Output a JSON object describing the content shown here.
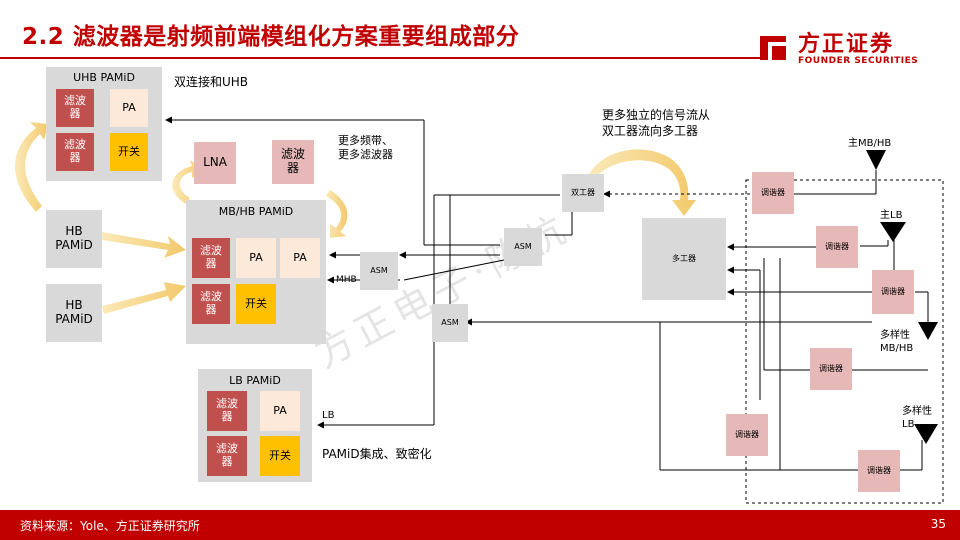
{
  "header": {
    "title": "2.2 滤波器是射频前端模组化方案重要组成部分"
  },
  "logo": {
    "name": "方正证券",
    "sub": "FOUNDER SECURITIES"
  },
  "footer": {
    "source": "资料来源：Yole、方正证券研究所",
    "page": "35"
  },
  "watermark": "方正电子·陈杭",
  "colors": {
    "accent": "#c00000",
    "module_grey": "#d9d9d9",
    "filter_red": "#c0504d",
    "pa_peach": "#fde9d9",
    "switch_gold": "#ffc000",
    "tuner_pink": "#e6b9b8"
  },
  "diagram": {
    "uhb": {
      "title": "UHB PAMiD",
      "filter1": "滤波器",
      "pa": "PA",
      "filter2": "滤波器",
      "switch": "开关"
    },
    "hb1": "HB PAMiD",
    "hb2": "HB PAMiD",
    "mbhb": {
      "title": "MB/HB PAMiD",
      "filter1": "滤波器",
      "pa1": "PA",
      "pa2": "PA",
      "filter2": "滤波器",
      "switch": "开关"
    },
    "lna": "LNA",
    "filter_top": "滤波器",
    "lb": {
      "title": "LB PAMiD",
      "filter1": "滤波器",
      "pa": "PA",
      "filter2": "滤波器",
      "switch": "开关"
    },
    "asm1": "ASM",
    "asm2": "ASM",
    "asm3": "ASM",
    "diplexer": "双工器",
    "multiplexer": "多工器",
    "tuners": [
      "调谐器",
      "调谐器",
      "调谐器",
      "调谐器",
      "调谐器",
      "调谐器"
    ],
    "annotations": {
      "dual": "双连接和UHB",
      "more_bands": "更多频带、\n更多滤波器",
      "signal_flow": "更多独立的信号流从\n双工器流向多工器",
      "pamid_integration": "PAMiD集成、致密化",
      "mhb": "MHB",
      "lb_out": "LB",
      "ant_main_mbhb": "主MB/HB",
      "ant_main_lb": "主LB",
      "ant_div_mbhb": "多样性\nMB/HB",
      "ant_div_lb": "多样性\nLB"
    }
  }
}
